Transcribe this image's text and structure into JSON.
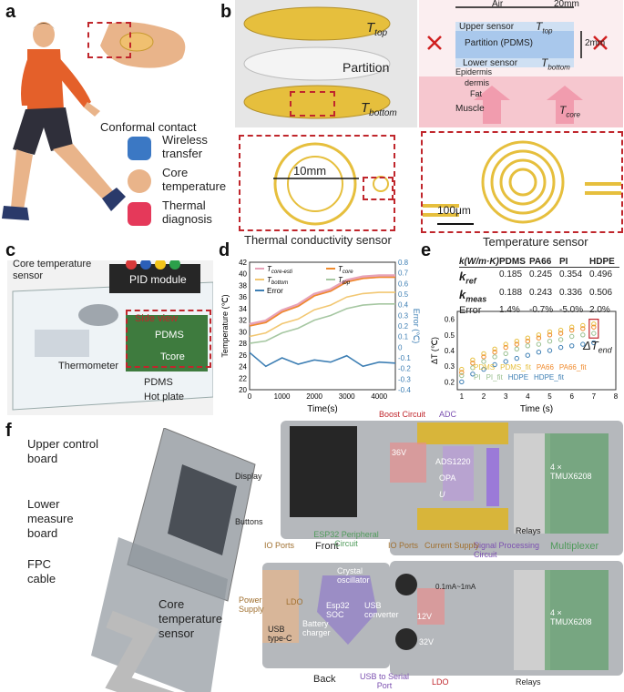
{
  "panels": {
    "a": {
      "label": "a",
      "conformal": "Conformal contact",
      "features": [
        {
          "icon": "phone-icon",
          "text": "Wireless transfer"
        },
        {
          "icon": "body-temperature-icon",
          "text": "Core temperature"
        },
        {
          "icon": "thermal-diagnosis-icon",
          "text": "Thermal diagnosis"
        }
      ]
    },
    "b": {
      "label": "b",
      "t_top": "T",
      "t_top_sub": "top",
      "partition": "Partition",
      "t_bottom": "T",
      "t_bottom_sub": "bottom",
      "schematic": {
        "air": "Air",
        "width": "20mm",
        "upper": "Upper sensor",
        "partition": "Partition (PDMS)",
        "thickness": "2mm",
        "lower": "Lower sensor",
        "epidermis": "Epidermis",
        "dermis": "dermis",
        "fat": "Fat",
        "muscle": "Muscle",
        "t_core": "T",
        "t_core_sub": "core",
        "t_top": "T",
        "t_top_sub": "top",
        "t_bottom": "T",
        "t_bottom_sub": "bottom"
      },
      "tcs_size": "10mm",
      "tcs_caption": "Thermal conductivity sensor",
      "ts_size": "100μm",
      "ts_caption": "Temperature sensor"
    },
    "c": {
      "label": "c",
      "core_sensor": "Core temperature sensor",
      "pid": "PID module",
      "side_view": "Side view",
      "pdms_inset": "PDMS",
      "tcore_inset": "Tcore",
      "thermometer": "Thermometer",
      "pdms": "PDMS",
      "hot_plate": "Hot plate"
    },
    "d": {
      "label": "d",
      "legend": [
        {
          "t": "T",
          "sub": "core-esti",
          "color": "#e7a2b8"
        },
        {
          "t": "T",
          "sub": "core",
          "color": "#f08a2c"
        },
        {
          "t": "T",
          "sub": "bottom",
          "color": "#f2c772"
        },
        {
          "t": "T",
          "sub": "top",
          "color": "#a6c7a2"
        },
        {
          "t": "Error",
          "sub": "",
          "color": "#3e7fb4"
        }
      ],
      "ylabel_left": "Temperature (℃)",
      "ylabel_right": "Error (℃)",
      "xlabel": "Time(s)",
      "yticks_left": [
        "42",
        "40",
        "38",
        "36",
        "34",
        "32",
        "30",
        "28",
        "26",
        "24",
        "22",
        "20"
      ],
      "yticks_right": [
        "0.8",
        "0.7",
        "0.6",
        "0.5",
        "0.4",
        "0.3",
        "0.2",
        "0.1",
        "0",
        "-0.1",
        "-0.2",
        "-0.3",
        "-0.4"
      ],
      "xticks": [
        "0",
        "1000",
        "2000",
        "3000",
        "4000"
      ]
    },
    "e": {
      "label": "e",
      "table": {
        "header": [
          "k(W/m·K)",
          "PDMS",
          "PA66",
          "PI",
          "HDPE"
        ],
        "rows": [
          [
            "k",
            "ref",
            "0.185",
            "0.245",
            "0.354",
            "0.496"
          ],
          [
            "k",
            "meas",
            "0.188",
            "0.243",
            "0.336",
            "0.506"
          ],
          [
            "Error",
            "",
            "1.4%",
            "-0.7%",
            "-5.0%",
            "2.0%"
          ]
        ]
      },
      "ylabel": "ΔT (℃)",
      "xlabel": "Time (s)",
      "delta": "ΔT",
      "delta_sub": "end",
      "yticks": [
        "0.6",
        "0.5",
        "0.4",
        "0.3",
        "0.2"
      ],
      "xticks": [
        "1",
        "2",
        "3",
        "4",
        "5",
        "6",
        "7",
        "8"
      ],
      "legend": [
        [
          "PDMS",
          "PDMS_fit",
          "PA66",
          "PA66_fit"
        ],
        [
          "PI",
          "PI_fit",
          "HDPE",
          "HDPE_fit"
        ]
      ]
    },
    "f": {
      "label": "f",
      "upper": "Upper control board",
      "lower": "Lower measure board",
      "fpc": "FPC cable",
      "core_sensor": "Core temperature sensor",
      "front_board": {
        "display": "Display",
        "buttons": "Buttons",
        "front": "Front",
        "boost": "Boost Circuit",
        "adc": "ADC",
        "v36": "36V",
        "ads": "ADS1220",
        "opa": "OPA",
        "u": "U",
        "relays": "Relays",
        "multiplexer": "Multiplexer",
        "tmux": "4 ×\nTMUX6208",
        "io_left": "IO Ports",
        "io_right": "IO Ports",
        "signal": "Signal Processing Circuit",
        "current": "Current Supply",
        "esp_circuit": "ESP32 Peripheral Circuit"
      },
      "back_board": {
        "crystal": "Crystal oscillator",
        "esp": "Esp32 SOC",
        "usb_conv": "USB converter",
        "ldo": "LDO",
        "battery": "Battery charger",
        "power": "Power Supply",
        "usb_type": "USB type-C",
        "back": "Back",
        "usb_serial": "USB to Serial Port",
        "ldo2": "LDO",
        "current": "0.1mA~1mA",
        "v12": "12V",
        "v32": "32V",
        "relays": "Relays",
        "tmux": "4 ×\nTMUX6208"
      }
    }
  },
  "chart_data": [
    {
      "type": "line",
      "panel": "d",
      "x": [
        0,
        500,
        1000,
        1500,
        2000,
        2500,
        3000,
        3500,
        4000,
        4500
      ],
      "series": [
        {
          "name": "Tcore-esti",
          "values": [
            31.2,
            31.8,
            33.6,
            34.6,
            36.4,
            37.2,
            38.8,
            39.4,
            39.6,
            39.6
          ]
        },
        {
          "name": "Tcore",
          "values": [
            31.0,
            31.6,
            33.4,
            34.4,
            36.2,
            37.0,
            38.6,
            39.2,
            39.4,
            39.4
          ]
        },
        {
          "name": "Tbottom",
          "values": [
            29.2,
            29.8,
            31.4,
            32.2,
            33.8,
            34.6,
            36.0,
            36.6,
            36.8,
            36.8
          ]
        },
        {
          "name": "Ttop",
          "values": [
            28.0,
            28.4,
            29.8,
            30.6,
            32.0,
            32.8,
            34.0,
            34.6,
            34.8,
            34.8
          ]
        },
        {
          "name": "Error",
          "values": [
            -0.05,
            -0.18,
            -0.1,
            -0.16,
            -0.12,
            -0.14,
            -0.08,
            -0.18,
            -0.14,
            -0.15
          ]
        }
      ],
      "xlabel": "Time(s)",
      "ylabel": "Temperature (℃)",
      "ylim": [
        20,
        42
      ],
      "y2lim": [
        -0.4,
        0.8
      ],
      "xlim": [
        0,
        4500
      ]
    },
    {
      "type": "scatter",
      "panel": "e",
      "x": [
        1,
        1.5,
        2,
        2.5,
        3,
        3.5,
        4,
        4.5,
        5,
        5.5,
        6,
        6.5,
        7
      ],
      "series": [
        {
          "name": "PDMS",
          "values": [
            0.28,
            0.34,
            0.38,
            0.41,
            0.44,
            0.46,
            0.48,
            0.5,
            0.52,
            0.53,
            0.55,
            0.56,
            0.57
          ]
        },
        {
          "name": "PA66",
          "values": [
            0.26,
            0.32,
            0.36,
            0.39,
            0.42,
            0.44,
            0.46,
            0.48,
            0.5,
            0.51,
            0.53,
            0.54,
            0.55
          ]
        },
        {
          "name": "PI",
          "values": [
            0.24,
            0.29,
            0.33,
            0.36,
            0.38,
            0.41,
            0.43,
            0.44,
            0.46,
            0.47,
            0.49,
            0.5,
            0.51
          ]
        },
        {
          "name": "HDPE",
          "values": [
            0.2,
            0.25,
            0.28,
            0.31,
            0.33,
            0.35,
            0.37,
            0.39,
            0.4,
            0.42,
            0.43,
            0.44,
            0.45
          ]
        }
      ],
      "xlabel": "Time (s)",
      "ylabel": "ΔT (℃)",
      "xlim": [
        0.8,
        8
      ],
      "ylim": [
        0.15,
        0.65
      ]
    }
  ],
  "colors": {
    "red": "#c0262c",
    "orange": "#f08a2c",
    "blue": "#3e7fb4",
    "purple": "#7b4fb0",
    "gold": "#e6bf3d",
    "pink": "#f6c7cf"
  }
}
